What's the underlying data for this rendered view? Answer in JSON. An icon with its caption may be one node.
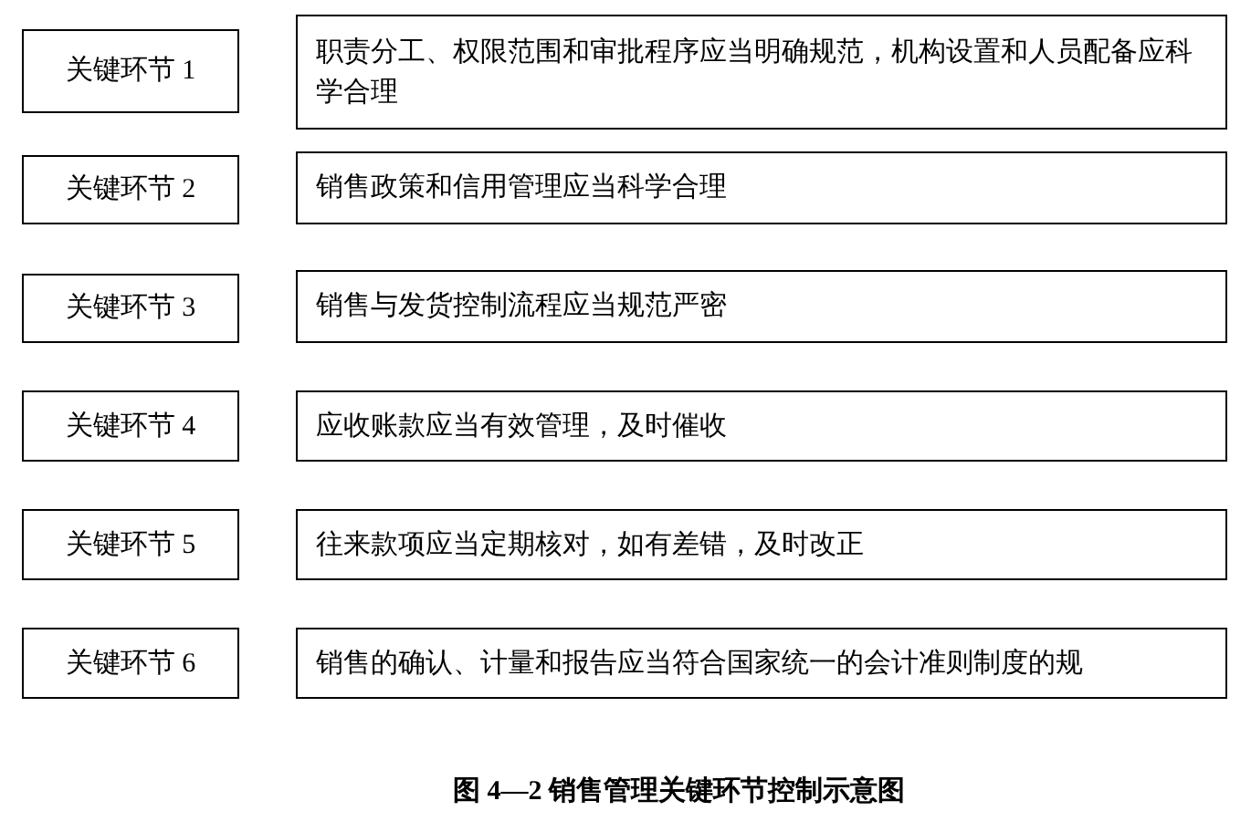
{
  "diagram": {
    "caption": "图 4—2 销售管理关键环节控制示意图",
    "nodes": [
      {
        "text": [
          "关键环节 1"
        ]
      },
      {
        "text": [
          "职责分工、权限范围和审批程序应当明确规范，机构设置和人员配备应科学合理"
        ]
      },
      {
        "text": [
          "关键环节 2"
        ]
      },
      {
        "text": [
          "销售政策和信用管理应当科学合理"
        ]
      },
      {
        "text": [
          "关键环节 3"
        ]
      },
      {
        "text": [
          "销售与发货控制流程应当规范严密"
        ]
      },
      {
        "text": [
          "关键环节 4"
        ]
      },
      {
        "text": [
          "应收账款应当有效管理，及时催收"
        ]
      },
      {
        "text": [
          "关键环节 5"
        ]
      },
      {
        "text": [
          "往来款项应当定期核对，如有差错，及时改正"
        ]
      },
      {
        "text": [
          "关键环节 6"
        ]
      },
      {
        "text": [
          "销售的确认、计量和报告应当符合国家统一的会计准则制度的规"
        ]
      }
    ]
  }
}
